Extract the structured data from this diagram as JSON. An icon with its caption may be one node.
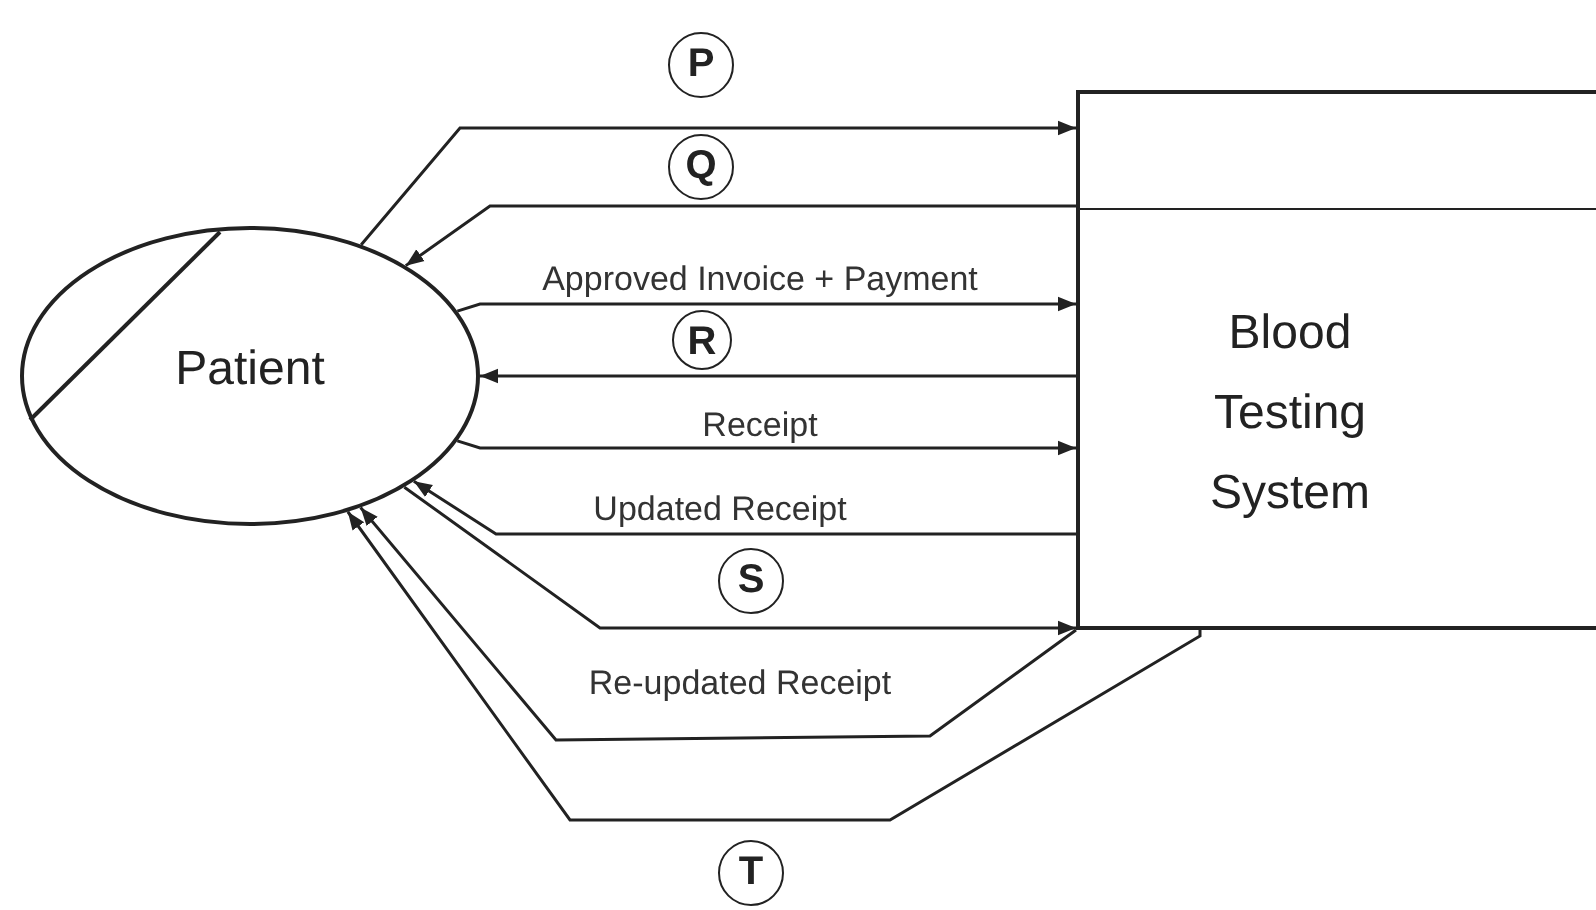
{
  "diagram": {
    "nodes": [
      {
        "text": [
          "Patient"
        ]
      },
      {
        "text": [
          "Blood Testing System"
        ]
      },
      {
        "text": [
          "P"
        ]
      },
      {
        "text": [
          "Q"
        ]
      },
      {
        "text": [
          "R"
        ]
      },
      {
        "text": [
          "S"
        ]
      },
      {
        "text": [
          "T"
        ]
      }
    ],
    "edges": [
      {
        "from": 0,
        "to": 1,
        "arrow": "to"
      },
      {
        "from": 1,
        "to": 0,
        "arrow": "to"
      },
      {
        "from": 0,
        "to": 1,
        "arrow": "to",
        "label": "Approved Invoice + Payment"
      },
      {
        "from": 1,
        "to": 0,
        "arrow": "to"
      },
      {
        "from": 0,
        "to": 1,
        "arrow": "to",
        "label": "Receipt"
      },
      {
        "from": 1,
        "to": 0,
        "arrow": "to",
        "label": "Updated Receipt"
      },
      {
        "from": 0,
        "to": 1,
        "arrow": "to"
      },
      {
        "from": 1,
        "to": 0,
        "arrow": "to",
        "label": "Re-updated Receipt"
      },
      {
        "from": 1,
        "to": 0,
        "arrow": "to"
      }
    ]
  }
}
